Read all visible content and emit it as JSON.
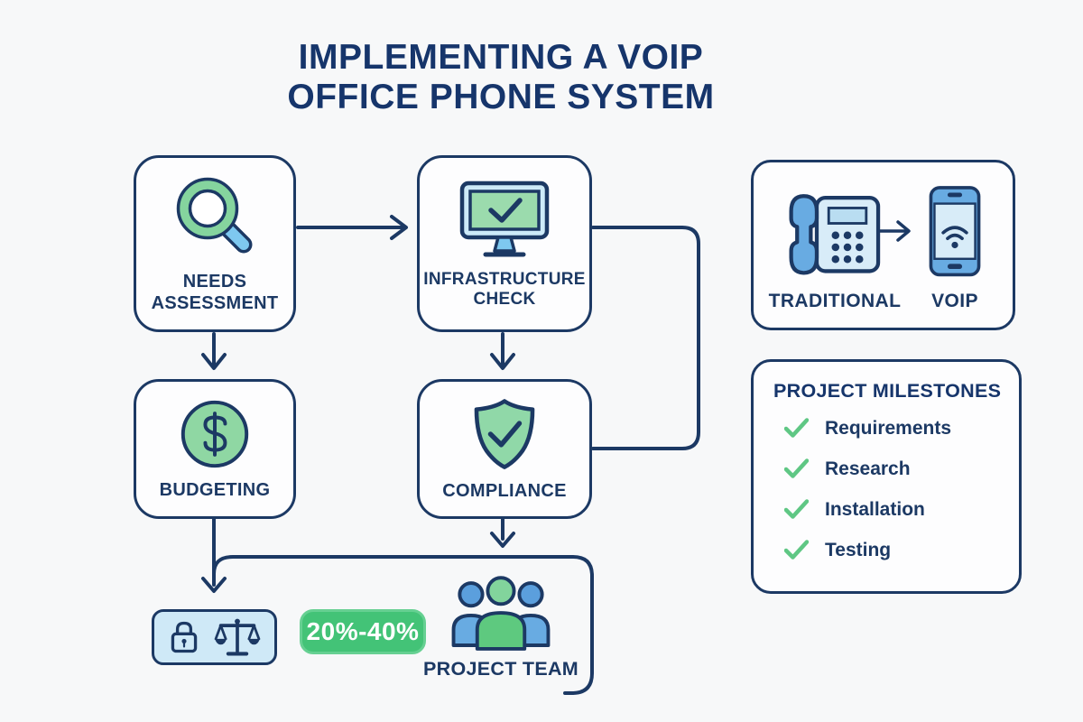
{
  "title": {
    "line1": "IMPLEMENTING A VOIP",
    "line2": "OFFICE PHONE SYSTEM"
  },
  "flow": {
    "needs_assessment": {
      "label": "NEEDS ASSESSMENT",
      "icon": "magnifier-icon"
    },
    "infrastructure_check": {
      "label": "INFRASTRUCTURE CHECK",
      "icon": "monitor-check-icon"
    },
    "budgeting": {
      "label": "BUDGETING",
      "icon": "dollar-icon"
    },
    "compliance": {
      "label": "COMPLIANCE",
      "icon": "shield-check-icon"
    },
    "legal_security": {
      "icons": [
        "lock-icon",
        "scales-icon"
      ]
    },
    "savings_badge": {
      "label": "20%-40%"
    },
    "project_team": {
      "label": "PROJECT TEAM",
      "icon": "team-icon"
    }
  },
  "comparison": {
    "traditional": {
      "label": "TRADITIONAL",
      "icon": "desk-phone-icon"
    },
    "voip": {
      "label": "VOIP",
      "icon": "smartphone-wifi-icon"
    }
  },
  "milestones": {
    "title": "PROJECT MILESTONES",
    "items": [
      {
        "label": "Requirements"
      },
      {
        "label": "Research"
      },
      {
        "label": "Installation"
      },
      {
        "label": "Testing"
      }
    ]
  },
  "colors": {
    "navy": "#1c3964",
    "title_navy": "#16356b",
    "icon_green": "#8fd7a3",
    "check_green": "#5fc784",
    "badge_green": "#43c377",
    "blue": "#68abe2",
    "light_blue": "#d8ecf8",
    "panel_blue": "#cfe9f7",
    "background": "#f7f8f9"
  }
}
